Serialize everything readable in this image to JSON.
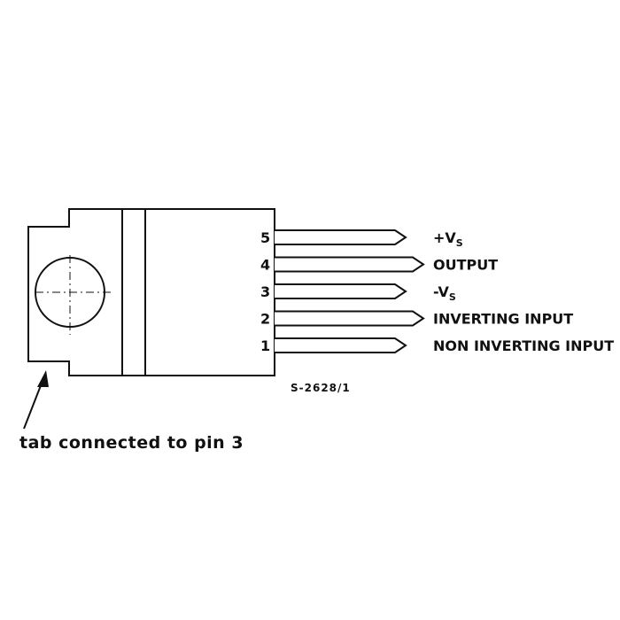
{
  "diagram": {
    "drawing_code": "S-2628/1",
    "tab_note": "tab connected to pin 3",
    "line_color": "#111111",
    "pins": [
      {
        "number": "5",
        "name_main": "+V",
        "name_sub": "S",
        "lead": "short"
      },
      {
        "number": "4",
        "name_main": "OUTPUT",
        "name_sub": "",
        "lead": "long"
      },
      {
        "number": "3",
        "name_main": "-V",
        "name_sub": "S",
        "lead": "short"
      },
      {
        "number": "2",
        "name_main": "INVERTING INPUT",
        "name_sub": "",
        "lead": "long"
      },
      {
        "number": "1",
        "name_main": "NON INVERTING INPUT",
        "name_sub": "",
        "lead": "short"
      }
    ]
  }
}
